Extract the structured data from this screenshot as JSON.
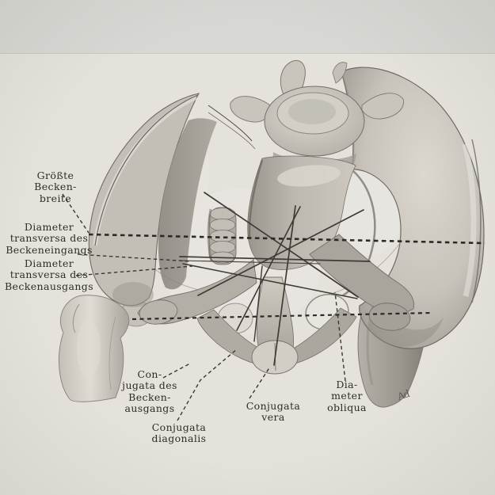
{
  "page": {
    "margin_color": "#d7d7d3",
    "paper_color": "#e5e2db",
    "ink_color": "#2e2b26"
  },
  "figure": {
    "subject": "female pelvis, frontal view, with wires marking the obstetric diameters",
    "artist_monogram": "Ad",
    "labels": [
      {
        "id": "groesste-beckenbreite",
        "text": "Größte\nBecken-\nbreite"
      },
      {
        "id": "diameter-transversa-beckeneingang",
        "text": "Diameter\ntransversa des\nBeckeneingangs"
      },
      {
        "id": "diameter-transversa-beckenausgang",
        "text": "Diameter\ntransversa des\nBeckenausgangs"
      },
      {
        "id": "conjugata-beckenausgang",
        "text": "Con-\njugata des\nBecken-\nausgangs"
      },
      {
        "id": "conjugata-diagonalis",
        "text": "Conjugata diagonalis"
      },
      {
        "id": "conjugata-vera",
        "text": "Conjugata vera"
      },
      {
        "id": "diameter-obliqua",
        "text": "Dia-\nmeter\nobliqua"
      }
    ]
  }
}
